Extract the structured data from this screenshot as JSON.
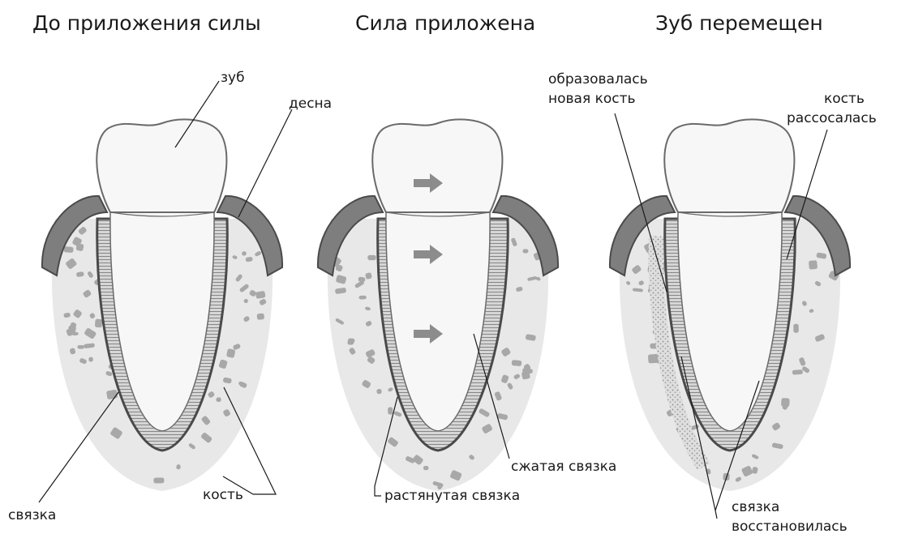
{
  "panels": [
    {
      "title": "До приложения силы",
      "labels": {
        "tooth": "зуб",
        "gum": "десна",
        "ligament": "связка",
        "bone": "кость"
      }
    },
    {
      "title": "Сила приложена",
      "labels": {
        "compressed": "сжатая связка",
        "stretched": "растянутая связка"
      },
      "force_arrows": 3
    },
    {
      "title": "Зуб перемещен",
      "labels": {
        "new_bone_line1": "образовалась",
        "new_bone_line2": "новая кость",
        "resorbed_line1": "кость",
        "resorbed_line2": "рассосалась",
        "restored_line1": "связка",
        "restored_line2": "восстановилась"
      }
    }
  ],
  "colors": {
    "gum": "#7e7e7e",
    "gum_edge": "#4a4a4a",
    "bone_bg": "#e8e8e8",
    "bone_cell": "#a8a8a8",
    "ligament": "#5c5c5c",
    "ligament_fill": "#d6d6d6",
    "tooth": "#f7f7f7",
    "tooth_edge": "#6a6a6a",
    "arrow": "#8c8c8c",
    "new_bone": "#c9c9c9"
  }
}
